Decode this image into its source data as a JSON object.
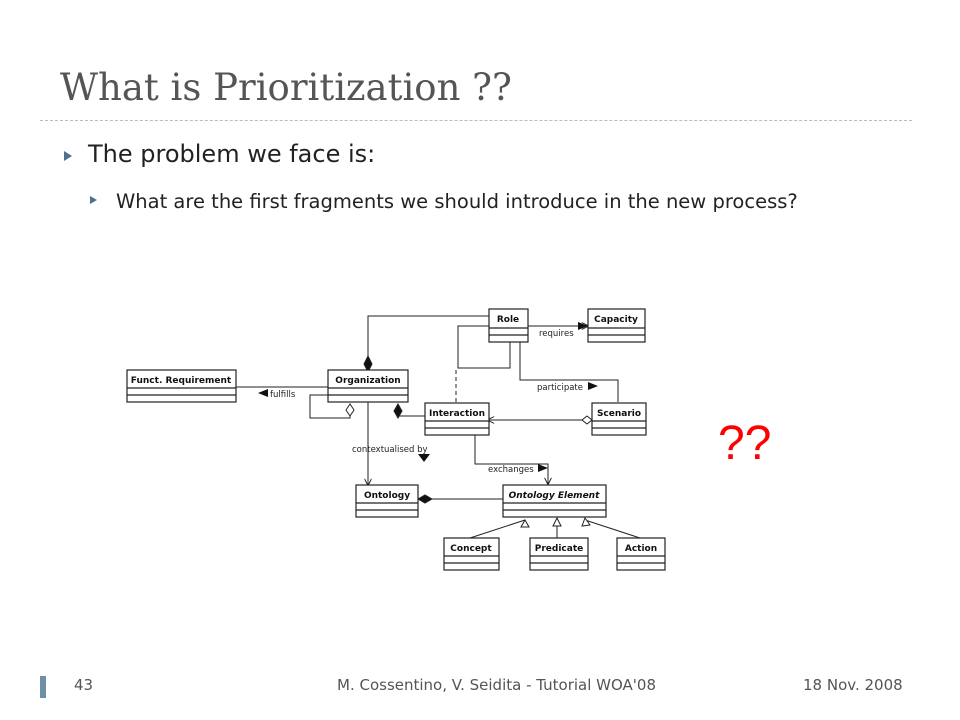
{
  "slide": {
    "title": "What is Prioritization ??",
    "bullet_1": "The problem we face is:",
    "bullet_2": "What are the first fragments we should introduce in the new process?",
    "question_marks": "??",
    "accent_color": "#ff0000"
  },
  "diagram": {
    "classes": {
      "role": "Role",
      "capacity": "Capacity",
      "funct_requirement": "Funct. Requirement",
      "organization": "Organization",
      "interaction": "Interaction",
      "scenario": "Scenario",
      "ontology": "Ontology",
      "ontology_element": "Ontology Element",
      "concept": "Concept",
      "predicate": "Predicate",
      "action": "Action"
    },
    "edge_labels": {
      "requires": "requires",
      "participate": "participate",
      "fulfills": "fulfills",
      "contextualised_by": "contextualised by",
      "exchanges": "exchanges"
    }
  },
  "footer": {
    "page_number": "43",
    "authors": "M. Cossentino, V. Seidita - Tutorial WOA'08",
    "date": "18 Nov. 2008"
  }
}
